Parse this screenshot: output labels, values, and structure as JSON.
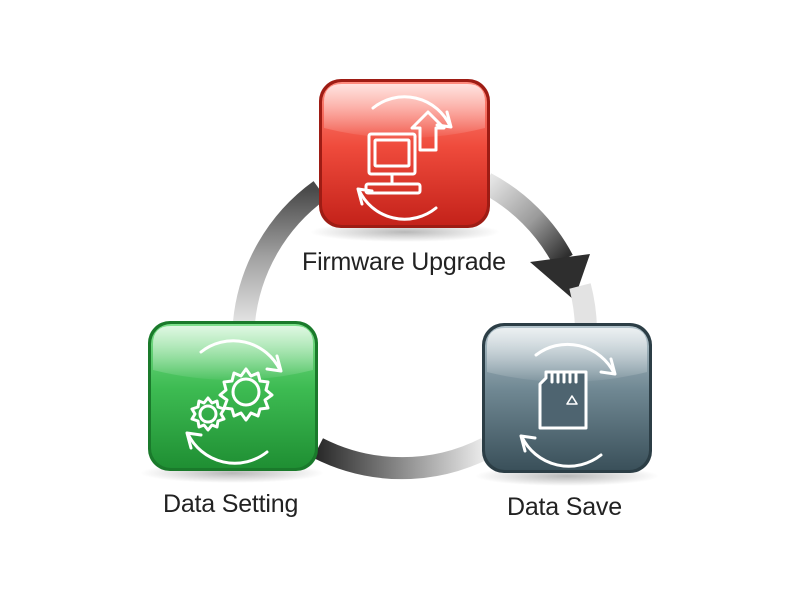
{
  "nodes": [
    {
      "id": "firmware_upgrade",
      "label": "Firmware Upgrade",
      "color": "#e8453b",
      "icon": "computer-upload-icon"
    },
    {
      "id": "data_save",
      "label": "Data Save",
      "color": "#5d7682",
      "icon": "sd-card-icon"
    },
    {
      "id": "data_setting",
      "label": "Data Setting",
      "color": "#2fb44a",
      "icon": "gears-icon"
    }
  ],
  "cycle": {
    "order": [
      "firmware_upgrade",
      "data_save",
      "data_setting"
    ],
    "arrow_color": "#3a3a3a"
  }
}
